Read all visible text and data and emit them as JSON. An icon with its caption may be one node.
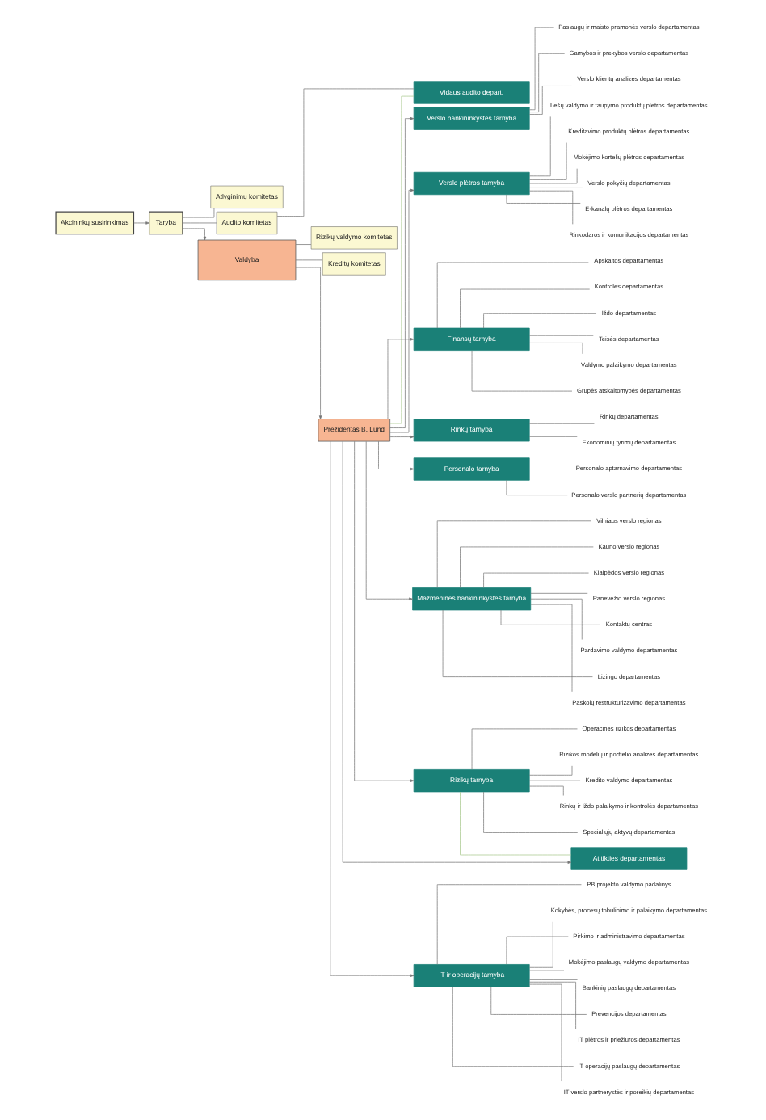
{
  "diagram": {
    "nodes": [
      {
        "text": [
          "Akcininkų susirinkimas"
        ]
      },
      {
        "text": [
          "Vidaus audito depart."
        ]
      },
      {
        "text": [
          "Atlyginimų komitetas"
        ]
      },
      {
        "text": [
          "Taryba"
        ]
      },
      {
        "text": [
          "Audito komitetas"
        ]
      },
      {
        "text": [
          "Valdyba"
        ]
      },
      {
        "text": [
          "Rizikų valdymo komitetas"
        ]
      },
      {
        "text": [
          "Kreditų komitetas"
        ]
      },
      {
        "text": [
          "Prezidentas B. Lund"
        ]
      },
      {
        "text": [
          "Verslo bankininkystės tarnyba"
        ]
      },
      {
        "text": [
          "Paslaugų ir maisto pramonės verslo departamentas"
        ]
      },
      {
        "text": [
          "Gamybos ir prekybos verslo departamentas"
        ]
      },
      {
        "text": [
          "Verslo klientų analizės departamentas"
        ]
      },
      {
        "text": [
          "Verslo plėtros tarnyba"
        ]
      },
      {
        "text": [
          "Lėšų valdymo ir taupymo produktų plėtros departamentas"
        ]
      },
      {
        "text": [
          "Kreditavimo produktų plėtros departamentas"
        ]
      },
      {
        "text": [
          "Mokėjimo kortelių plėtros departamentas"
        ]
      },
      {
        "text": [
          "Verslo pokyčių departamentas"
        ]
      },
      {
        "text": [
          "E-kanalų plėtros departamentas"
        ]
      },
      {
        "text": [
          "Rinkodaros ir komunikacijos departamentas"
        ]
      },
      {
        "text": [
          "Finansų tarnyba"
        ]
      },
      {
        "text": [
          "Apskaitos departamentas"
        ]
      },
      {
        "text": [
          "Kontrolės departamentas"
        ]
      },
      {
        "text": [
          "Iždo departamentas"
        ]
      },
      {
        "text": [
          "Teisės departamentas"
        ]
      },
      {
        "text": [
          "Valdymo palaikymo departamentas"
        ]
      },
      {
        "text": [
          "Grupės atskaitomybės departamentas"
        ]
      },
      {
        "text": [
          "Rinkų tarnyba"
        ]
      },
      {
        "text": [
          "Rinkų departamentas"
        ]
      },
      {
        "text": [
          "Ekonominių tyrimų departamentas"
        ]
      },
      {
        "text": [
          "Personalo tarnyba"
        ]
      },
      {
        "text": [
          "Personalo aptarnavimo departamentas"
        ]
      },
      {
        "text": [
          "Personalo verslo partnerių departamentas"
        ]
      },
      {
        "text": [
          "Mažmeninės bankininkystės tarnyba"
        ]
      },
      {
        "text": [
          "Vilniaus verslo regionas"
        ]
      },
      {
        "text": [
          "Kauno verslo regionas"
        ]
      },
      {
        "text": [
          "Klaipėdos verslo regionas"
        ]
      },
      {
        "text": [
          "Panevėžio verslo regionas"
        ]
      },
      {
        "text": [
          "Kontaktų centras"
        ]
      },
      {
        "text": [
          "Pardavimo valdymo departamentas"
        ]
      },
      {
        "text": [
          "Lizingo departamentas"
        ]
      },
      {
        "text": [
          "Paskolų restruktūrizavimo departamentas"
        ]
      },
      {
        "text": [
          "Rizikų tarnyba"
        ]
      },
      {
        "text": [
          "Operacinės rizikos departamentas"
        ]
      },
      {
        "text": [
          "Rizikos modelių ir portfelio analizės departamentas"
        ]
      },
      {
        "text": [
          "Kredito valdymo departamentas"
        ]
      },
      {
        "text": [
          "Rinkų ir Iždo palaikymo ir kontrolės departamentas"
        ]
      },
      {
        "text": [
          "Specialiųjų aktyvų departamentas"
        ]
      },
      {
        "text": [
          "Atitikties departamentas"
        ]
      },
      {
        "text": [
          "IT ir operacijų tarnyba"
        ]
      },
      {
        "text": [
          "PB projekto valdymo padalinys"
        ]
      },
      {
        "text": [
          "Kokybės, procesų tobulinimo ir palaikymo departamentas"
        ]
      },
      {
        "text": [
          "Pirkimo ir administravimo departamentas"
        ]
      },
      {
        "text": [
          "Mokėjimo paslaugų valdymo departamentas"
        ]
      },
      {
        "text": [
          "Bankinių paslaugų departamentas"
        ]
      },
      {
        "text": [
          "Prevencijos departamentas"
        ]
      },
      {
        "text": [
          "IT plėtros ir priežiūros departamentas"
        ]
      },
      {
        "text": [
          "IT operacijų paslaugų departamentas"
        ]
      },
      {
        "text": [
          "IT verslo partnerystės ir poreikių departamentas"
        ]
      }
    ],
    "edges": [
      {
        "from": 0,
        "to": 3,
        "arrow": "to"
      },
      {
        "from": 3,
        "to": 2,
        "arrow": "none"
      },
      {
        "from": 3,
        "to": 4,
        "arrow": "none"
      },
      {
        "from": 4,
        "to": 1,
        "arrow": "none"
      },
      {
        "from": 3,
        "to": 5,
        "arrow": "to"
      },
      {
        "from": 5,
        "to": 6,
        "arrow": "none"
      },
      {
        "from": 5,
        "to": 7,
        "arrow": "none"
      },
      {
        "from": 5,
        "to": 8,
        "arrow": "to"
      },
      {
        "from": 8,
        "to": 1,
        "arrow": "none",
        "color": "#a9c98f"
      },
      {
        "from": 8,
        "to": 9,
        "arrow": "to"
      },
      {
        "from": 9,
        "to": 10,
        "arrow": "none"
      },
      {
        "from": 9,
        "to": 11,
        "arrow": "none"
      },
      {
        "from": 9,
        "to": 12,
        "arrow": "none"
      },
      {
        "from": 8,
        "to": 13,
        "arrow": "to"
      },
      {
        "from": 13,
        "to": 14,
        "arrow": "none"
      },
      {
        "from": 13,
        "to": 15,
        "arrow": "none"
      },
      {
        "from": 13,
        "to": 16,
        "arrow": "none"
      },
      {
        "from": 13,
        "to": 17,
        "arrow": "none"
      },
      {
        "from": 13,
        "to": 18,
        "arrow": "none"
      },
      {
        "from": 13,
        "to": 19,
        "arrow": "none"
      },
      {
        "from": 8,
        "to": 20,
        "arrow": "to"
      },
      {
        "from": 20,
        "to": 21,
        "arrow": "none"
      },
      {
        "from": 20,
        "to": 22,
        "arrow": "none"
      },
      {
        "from": 20,
        "to": 23,
        "arrow": "none"
      },
      {
        "from": 20,
        "to": 24,
        "arrow": "none"
      },
      {
        "from": 20,
        "to": 25,
        "arrow": "none"
      },
      {
        "from": 20,
        "to": 26,
        "arrow": "none"
      },
      {
        "from": 8,
        "to": 27,
        "arrow": "to"
      },
      {
        "from": 27,
        "to": 28,
        "arrow": "none"
      },
      {
        "from": 27,
        "to": 29,
        "arrow": "none"
      },
      {
        "from": 8,
        "to": 30,
        "arrow": "to"
      },
      {
        "from": 30,
        "to": 31,
        "arrow": "none"
      },
      {
        "from": 30,
        "to": 32,
        "arrow": "none"
      },
      {
        "from": 8,
        "to": 33,
        "arrow": "to"
      },
      {
        "from": 33,
        "to": 34,
        "arrow": "none"
      },
      {
        "from": 33,
        "to": 35,
        "arrow": "none"
      },
      {
        "from": 33,
        "to": 36,
        "arrow": "none"
      },
      {
        "from": 33,
        "to": 37,
        "arrow": "none"
      },
      {
        "from": 33,
        "to": 38,
        "arrow": "none"
      },
      {
        "from": 33,
        "to": 39,
        "arrow": "none"
      },
      {
        "from": 33,
        "to": 40,
        "arrow": "none"
      },
      {
        "from": 33,
        "to": 41,
        "arrow": "none"
      },
      {
        "from": 8,
        "to": 42,
        "arrow": "to"
      },
      {
        "from": 42,
        "to": 43,
        "arrow": "none"
      },
      {
        "from": 42,
        "to": 44,
        "arrow": "none"
      },
      {
        "from": 42,
        "to": 45,
        "arrow": "none"
      },
      {
        "from": 42,
        "to": 46,
        "arrow": "none"
      },
      {
        "from": 42,
        "to": 47,
        "arrow": "none"
      },
      {
        "from": 42,
        "to": 48,
        "arrow": "none",
        "color": "#a9c98f"
      },
      {
        "from": 8,
        "to": 48,
        "arrow": "to"
      },
      {
        "from": 8,
        "to": 49,
        "arrow": "to"
      },
      {
        "from": 49,
        "to": 50,
        "arrow": "none"
      },
      {
        "from": 49,
        "to": 51,
        "arrow": "none"
      },
      {
        "from": 49,
        "to": 52,
        "arrow": "none"
      },
      {
        "from": 49,
        "to": 53,
        "arrow": "none"
      },
      {
        "from": 49,
        "to": 54,
        "arrow": "none"
      },
      {
        "from": 49,
        "to": 55,
        "arrow": "none"
      },
      {
        "from": 49,
        "to": 56,
        "arrow": "none"
      },
      {
        "from": 49,
        "to": 57,
        "arrow": "none"
      },
      {
        "from": 49,
        "to": 58,
        "arrow": "none"
      }
    ]
  }
}
